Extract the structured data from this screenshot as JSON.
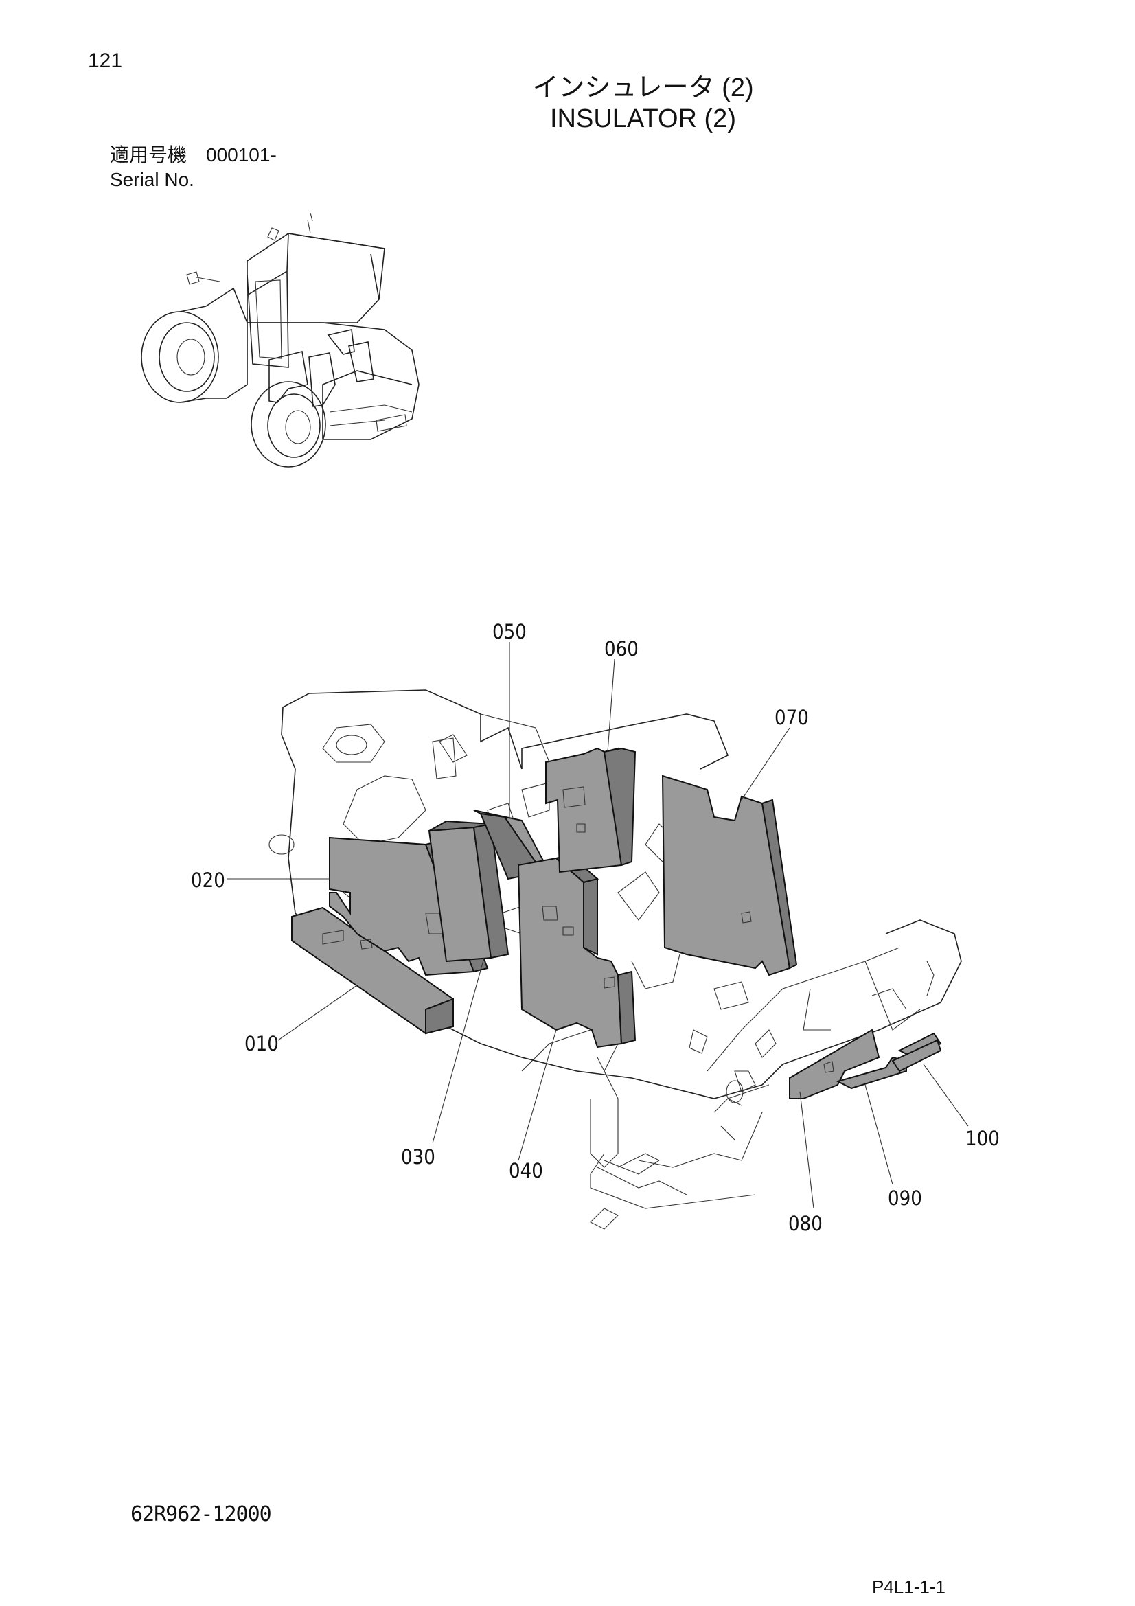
{
  "page_number": "121",
  "title_jp": "インシュレータ (2)",
  "title_en": "INSULATOR (2)",
  "serial": {
    "label_jp": "適用号機",
    "value": "000101-",
    "label_en": "Serial No."
  },
  "diagram": {
    "callouts": [
      "010",
      "020",
      "030",
      "040",
      "050",
      "060",
      "070",
      "080",
      "090",
      "100"
    ]
  },
  "footer": {
    "doc_code": "62R962-12000",
    "page_code": "P4L1-1-1"
  }
}
